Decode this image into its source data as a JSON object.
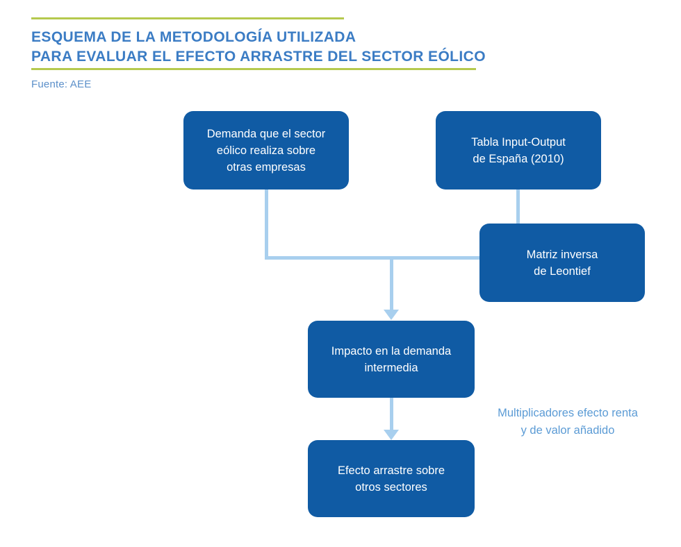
{
  "header": {
    "title_line1": "ESQUEMA DE LA METODOLOGÍA UTILIZADA",
    "title_line2": "PARA EVALUAR EL EFECTO ARRASTRE DEL SECTOR EÓLICO",
    "source": "Fuente: AEE",
    "rule_color": "#b5c94e",
    "title_color": "#3b7cc4",
    "source_color": "#5b8fc9"
  },
  "diagram": {
    "type": "flowchart",
    "node_fill": "#105ba4",
    "node_text_color": "#ffffff",
    "connector_color": "#a8cfee",
    "nodes": [
      {
        "id": "demanda",
        "line1": "Demanda que el sector",
        "line2": "eólico realiza sobre",
        "line3": "otras empresas"
      },
      {
        "id": "tabla",
        "line1": "Tabla Input-Output",
        "line2": "de España (2010)"
      },
      {
        "id": "matriz",
        "line1": "Matriz inversa",
        "line2": "de Leontief"
      },
      {
        "id": "impacto",
        "line1": "Impacto en la demanda",
        "line2": "intermedia"
      },
      {
        "id": "efecto",
        "line1": "Efecto arrastre sobre",
        "line2": "otros sectores"
      }
    ],
    "annotation": {
      "line1": "Multiplicadores efecto renta",
      "line2": "y de valor añadido",
      "color": "#5b9bd5"
    }
  }
}
